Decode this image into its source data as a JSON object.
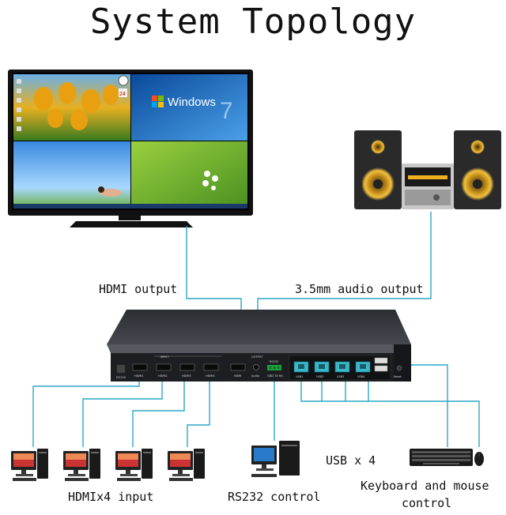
{
  "title": "System Topology",
  "labels": {
    "hdmi_output": "HDMI output",
    "audio_output": "3.5mm audio output",
    "hdmi_input": "HDMIx4 input",
    "rs232": "RS232 control",
    "usb": "USB x 4",
    "keyboard_line1": "Keyboard and mouse",
    "keyboard_line2": "control"
  },
  "tv": {
    "windows_text": "Windows",
    "clock": "24"
  },
  "device_labels": {
    "input": "INPUT",
    "output": "OUTPUT",
    "dc": "DC12V",
    "hdmi": [
      "HDMI1",
      "HDMI2",
      "HDMI3",
      "HDMI4"
    ],
    "hdmi_out": "HDMI",
    "audio": "Audio",
    "rs232": "RS232",
    "rs232_sub": "GND TX RX",
    "usb": [
      "USB1",
      "USB2",
      "USB3",
      "USB4"
    ],
    "reset": "Reset"
  },
  "colors": {
    "connector": "#2aa7c5"
  }
}
